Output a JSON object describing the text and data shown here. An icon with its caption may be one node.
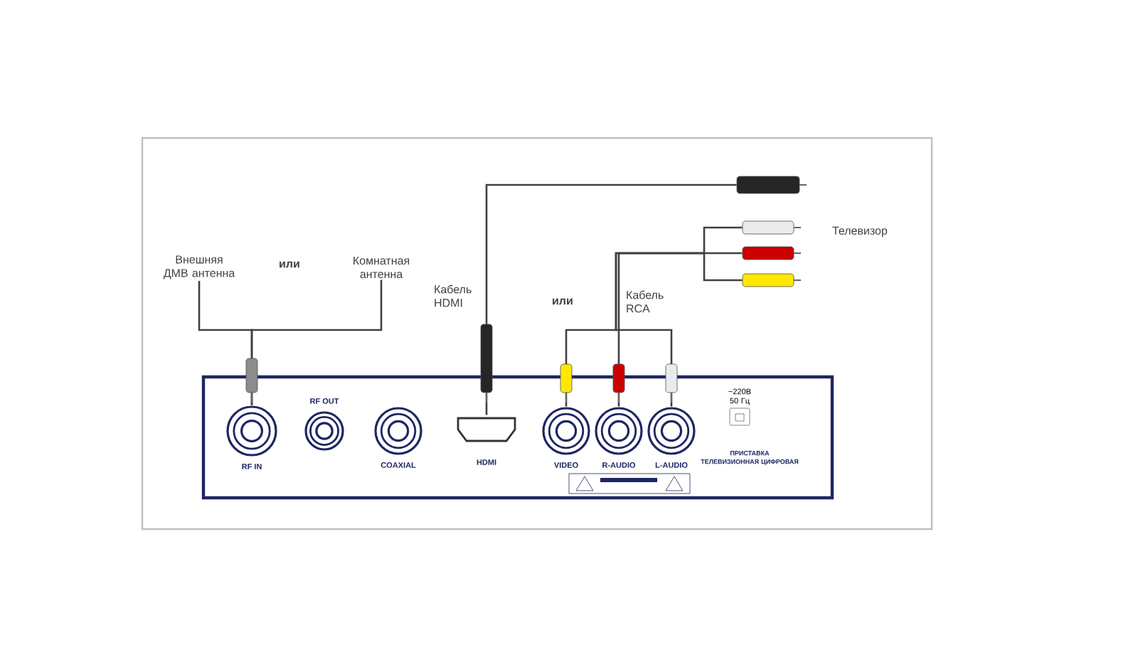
{
  "diagram": {
    "nodes": [
      {
        "text": [
          "Внешняя ДМВ антенна"
        ]
      },
      {
        "text": [
          "Комнатная антенна"
        ]
      },
      {
        "text": [],
        "shape": "picture"
      },
      {
        "text": [],
        "shape": "picture"
      },
      {
        "text": [],
        "shape": "picture"
      },
      {
        "text": [],
        "shape": "picture"
      },
      {
        "text": [
          "~220В 50 Гц",
          "ПРИСТАВКА ТЕЛЕВИЗИОННАЯ ЦИФРОВАЯ"
        ]
      },
      {
        "text": [
          "RF IN"
        ],
        "in": 6
      },
      {
        "text": [
          "RF OUT"
        ],
        "in": 6
      },
      {
        "text": [
          "COAXIAL"
        ],
        "in": 6
      },
      {
        "text": [
          "HDMI"
        ],
        "in": 6
      },
      {
        "text": [
          "VIDEO"
        ],
        "in": 6
      },
      {
        "text": [
          "R-AUDIO"
        ],
        "in": 6
      },
      {
        "text": [
          "L-AUDIO"
        ],
        "in": 6
      }
    ],
    "edges": [
      {
        "from": 0,
        "to": 7,
        "arrow": "none"
      },
      {
        "from": 1,
        "to": 7,
        "arrow": "none"
      },
      {
        "from": 10,
        "to": 2,
        "arrow": "none"
      },
      {
        "from": 11,
        "to": 5,
        "arrow": "none"
      },
      {
        "from": 12,
        "to": 4,
        "arrow": "none"
      },
      {
        "from": 13,
        "to": 3,
        "arrow": "none"
      }
    ],
    "labels": [
      "или",
      "Кабель HDMI",
      "или",
      "Кабель RCA",
      "Телевизор"
    ]
  }
}
